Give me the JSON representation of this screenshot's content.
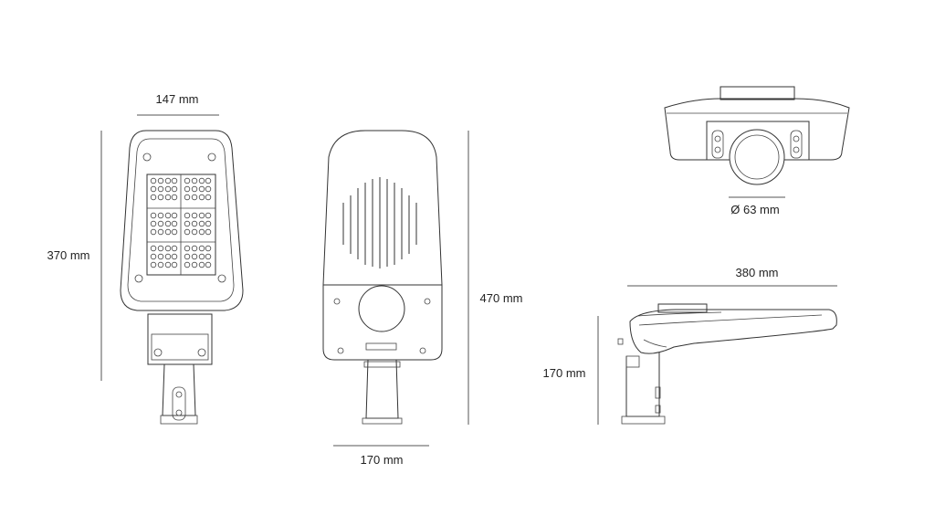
{
  "drawing": {
    "front_view": {
      "width_label": "147 mm",
      "height_label": "370 mm"
    },
    "back_view": {
      "height_label": "470 mm",
      "width_label": "170 mm"
    },
    "top_view": {
      "diameter_label": "Ø 63 mm"
    },
    "side_view": {
      "length_label": "380 mm",
      "height_label": "170 mm"
    }
  }
}
